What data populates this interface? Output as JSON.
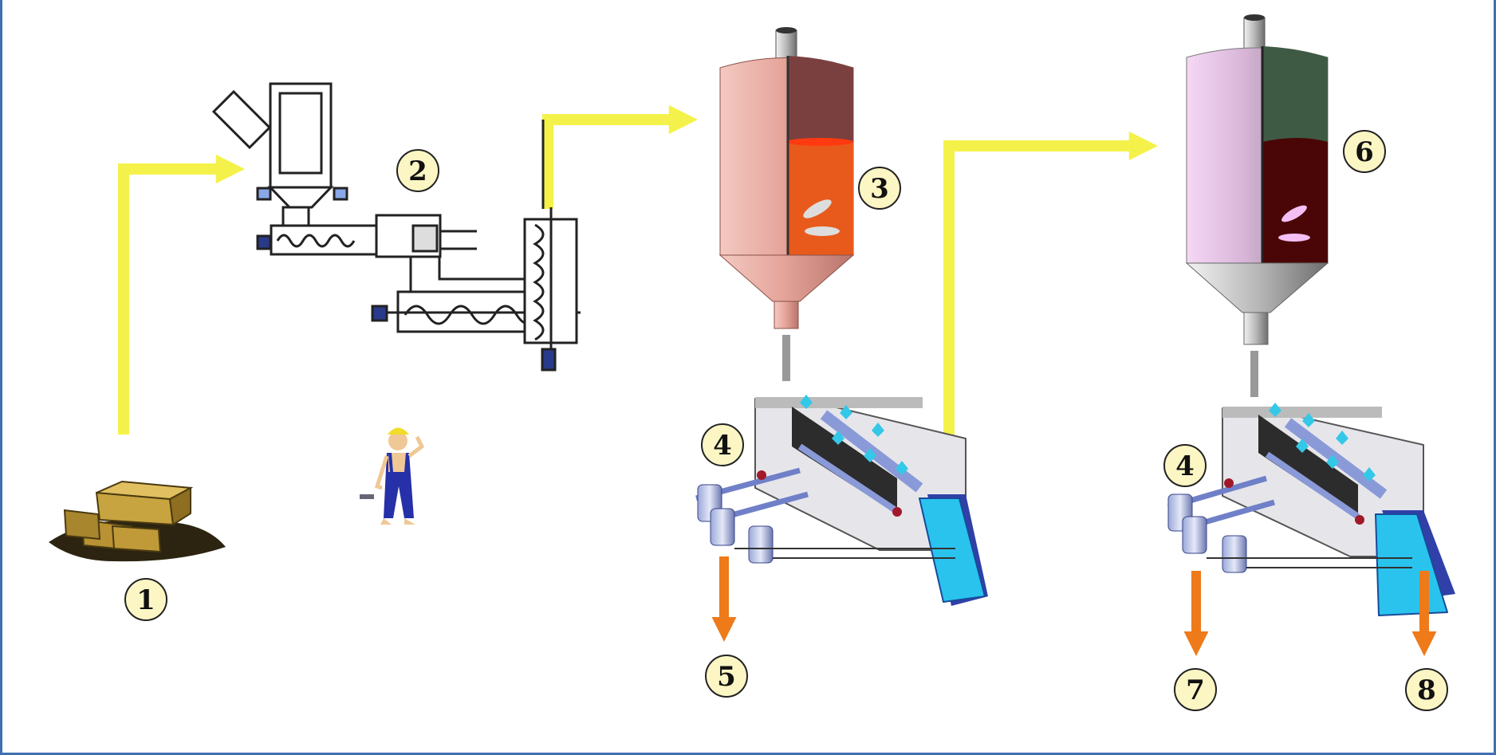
{
  "labels": {
    "l1": "1",
    "l2": "2",
    "l3": "3",
    "l4a": "4",
    "l4b": "4",
    "l5": "5",
    "l6": "6",
    "l7": "7",
    "l8": "8"
  },
  "colors": {
    "border": "#3f6fb0",
    "flow_arrow": "#f4f24a",
    "output_arrow": "#ee7a1a",
    "label_badge": "#fbf6c4",
    "reactor1_liquid": "#e85a1c",
    "reactor2_liquid": "#4a0606",
    "outlet_water": "#29c3ee"
  },
  "icons": {
    "biomass_pile": "bales-icon",
    "worker": "worker-icon",
    "pretreatment": "screw-conveyor-icon",
    "reactor": "stirred-tank-icon",
    "separator": "belt-filter-press-icon"
  }
}
